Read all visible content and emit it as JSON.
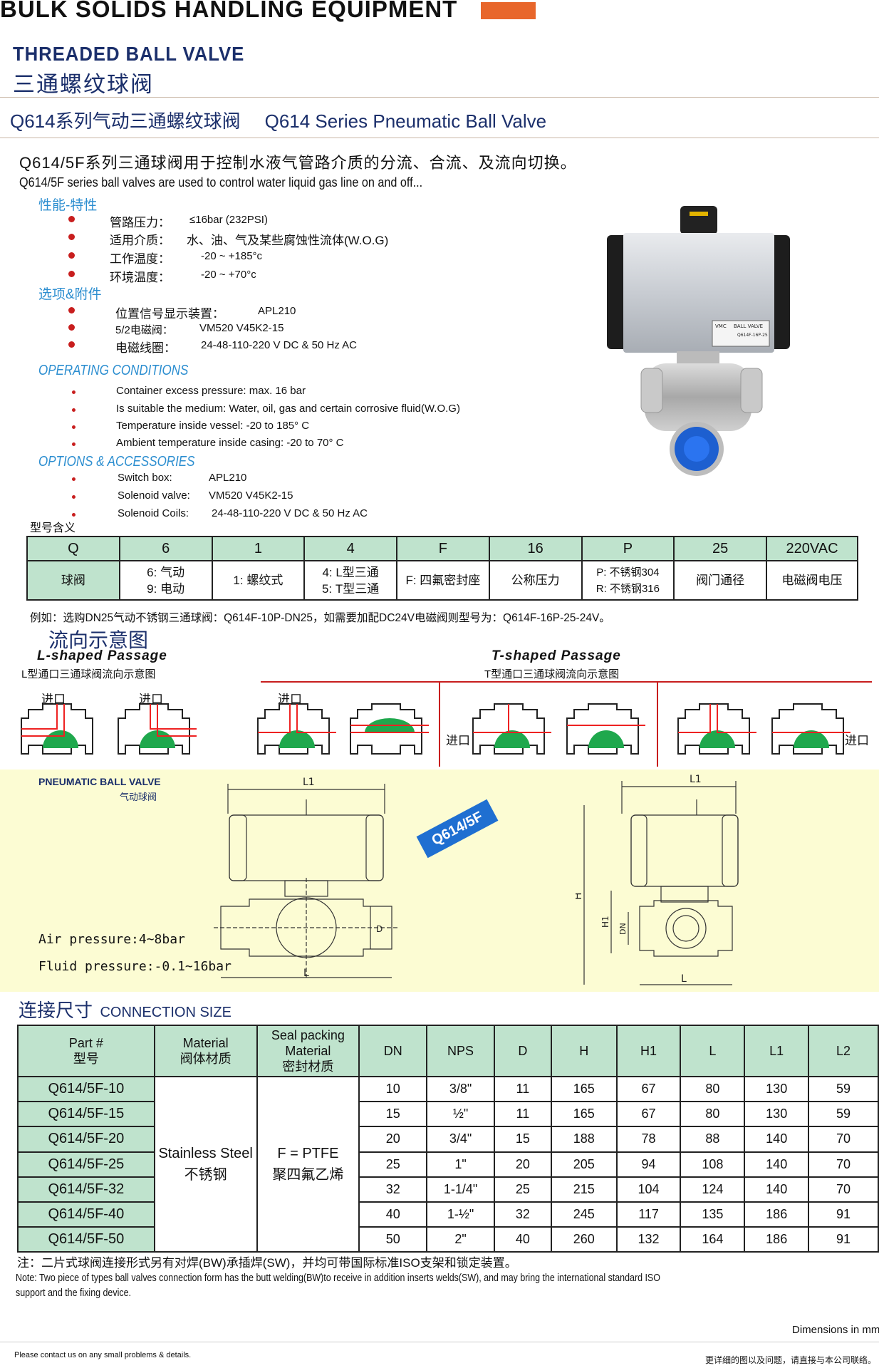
{
  "header": {
    "title": "BULK SOLIDS HANDLING EQUIPMENT",
    "accent_color": "#e8662b",
    "product_en": "THREADED BALL VALVE",
    "product_cn": "三通螺纹球阀",
    "series_cn": "Q614系列气动三通螺纹球阀",
    "series_en": "Q614 Series Pneumatic Ball Valve"
  },
  "intro": {
    "cn": "Q614/5F系列三通球阀用于控制水液气管路介质的分流、合流、及流向切换。",
    "en": "Q614/5F series ball valves are used to control water liquid gas line on and off..."
  },
  "features_cn": {
    "title": "性能-特性",
    "items": [
      {
        "label": "管路压力：",
        "value": "≤16bar (232PSI)"
      },
      {
        "label": "适用介质：",
        "value": "水、油、气及某些腐蚀性流体(W.O.G)"
      },
      {
        "label": "工作温度：",
        "value": "-20 ~ +185°c"
      },
      {
        "label": "环境温度：",
        "value": "-20 ~ +70°c"
      }
    ]
  },
  "options_cn": {
    "title": "选项&附件",
    "items": [
      {
        "label": "位置信号显示装置：",
        "value": "APL210"
      },
      {
        "label": "5/2电磁阀：",
        "value": "VM520 V45K2-15"
      },
      {
        "label": "电磁线圈：",
        "value": "24-48-110-220 V DC & 50 Hz AC"
      }
    ]
  },
  "conditions_en": {
    "title": "OPERATING CONDITIONS",
    "items": [
      {
        "label": "Container excess pressure: max. 16 bar",
        "value": ""
      },
      {
        "label": "Is suitable the medium: Water, oil, gas and certain corrosive fluid(W.O.G)",
        "value": ""
      },
      {
        "label": "Temperature inside vessel: -20 to 185° C",
        "value": ""
      },
      {
        "label": "Ambient temperature inside casing: -20 to 70° C",
        "value": ""
      }
    ]
  },
  "options_en": {
    "title": "OPTIONS & ACCESSORIES",
    "items": [
      {
        "label": "Switch box:",
        "value": "APL210"
      },
      {
        "label": "Solenoid valve:",
        "value": "VM520 V45K2-15"
      },
      {
        "label": "Solenoid Coils:",
        "value": "24-48-110-220 V DC & 50 Hz AC"
      }
    ]
  },
  "photo_label": {
    "brand": "VMC",
    "name": "BALL VALVE",
    "code": "Q614F-16P-25"
  },
  "model_table": {
    "caption": "型号含义",
    "header": [
      "Q",
      "6",
      "1",
      "4",
      "F",
      "16",
      "P",
      "25",
      "220VAC"
    ],
    "row": [
      "球阀",
      "6: 气动\n9: 电动",
      "1: 螺纹式",
      "4: L型三通\n5: T型三通",
      "F: 四氟密封座",
      "公称压力",
      "P: 不锈钢304\nR: 不锈钢316",
      "阀门通径",
      "电磁阀电压"
    ],
    "example": "例如：选购DN25气动不锈钢三通球阀：Q614F-10P-DN25，如需要加配DC24V电磁阀则型号为：Q614F-16P-25-24V。"
  },
  "flow": {
    "title": "流向示意图",
    "l_title": "L-shaped Passage",
    "l_sub": "L型通口三通球阀流向示意图",
    "t_title": "T-shaped Passage",
    "t_sub": "T型通口三通球阀流向示意图",
    "inlet": "进口"
  },
  "drawing": {
    "title_en": "PNEUMATIC BALL VALVE",
    "title_cn": "气动球阀",
    "badge": "Q614/5F",
    "air": "Air pressure:4~8bar",
    "fluid": "Fluid pressure:-0.1~16bar",
    "dims": {
      "l1": "L1",
      "l": "L",
      "d": "D",
      "h": "H",
      "h1": "H1",
      "dn": "DN"
    }
  },
  "connection": {
    "title_cn": "连接尺寸",
    "title_en": "CONNECTION SIZE",
    "headers": {
      "part_en": "Part #",
      "part_cn": "型号",
      "mat_en": "Material",
      "mat_cn": "阀体材质",
      "seal_en1": "Seal packing",
      "seal_en2": "Material",
      "seal_cn": "密封材质",
      "cols": [
        "DN",
        "NPS",
        "D",
        "H",
        "H1",
        "L",
        "L1",
        "L2"
      ]
    },
    "material_en": "Stainless Steel",
    "material_cn": "不锈钢",
    "seal_en": "F = PTFE",
    "seal_cn": "聚四氟乙烯",
    "rows": [
      {
        "part": "Q614/5F-10",
        "vals": [
          "10",
          "3/8\"",
          "11",
          "165",
          "67",
          "80",
          "130",
          "59"
        ]
      },
      {
        "part": "Q614/5F-15",
        "vals": [
          "15",
          "½\"",
          "11",
          "165",
          "67",
          "80",
          "130",
          "59"
        ]
      },
      {
        "part": "Q614/5F-20",
        "vals": [
          "20",
          "3/4\"",
          "15",
          "188",
          "78",
          "88",
          "140",
          "70"
        ]
      },
      {
        "part": "Q614/5F-25",
        "vals": [
          "25",
          "1\"",
          "20",
          "205",
          "94",
          "108",
          "140",
          "70"
        ]
      },
      {
        "part": "Q614/5F-32",
        "vals": [
          "32",
          "1-1/4\"",
          "25",
          "215",
          "104",
          "124",
          "140",
          "70"
        ]
      },
      {
        "part": "Q614/5F-40",
        "vals": [
          "40",
          "1-½\"",
          "32",
          "245",
          "117",
          "135",
          "186",
          "91"
        ]
      },
      {
        "part": "Q614/5F-50",
        "vals": [
          "50",
          "2\"",
          "40",
          "260",
          "132",
          "164",
          "186",
          "91"
        ]
      }
    ]
  },
  "notes": {
    "cn": "注：二片式球阀连接形式另有对焊(BW)承插焊(SW)，并均可带国际标准ISO支架和锁定装置。",
    "en1": "Note: Two piece of types ball valves connection form has the butt welding(BW)to receive in addition inserts welds(SW), and may bring the international standard ISO",
    "en2": "support and the fixing device.",
    "dims": "Dimensions in mm"
  },
  "footer": {
    "left": "Please contact us on any small problems & details.",
    "right": "更详细的图以及问题，请直接与本公司联络。"
  }
}
